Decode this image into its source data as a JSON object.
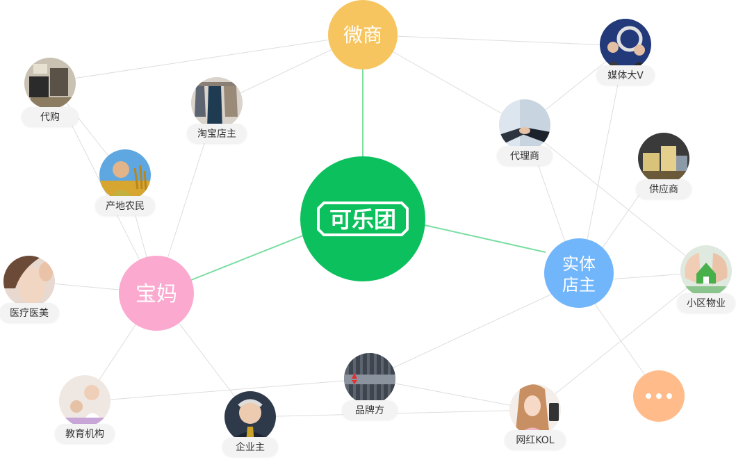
{
  "center": {
    "label": "可乐团",
    "color": "#0cc05e"
  },
  "hubs": [
    {
      "key": "weishang",
      "label": "微商",
      "color": "#f6c55f"
    },
    {
      "key": "baoma",
      "label": "宝妈",
      "color": "#fba9cf"
    },
    {
      "key": "shiti",
      "label_lines": [
        "实体",
        "店主"
      ],
      "color": "#71b5fb"
    }
  ],
  "nodes": [
    {
      "key": "daigou",
      "label": "代购",
      "icon": "product-boxes-photo"
    },
    {
      "key": "taobao",
      "label": "淘宝店主",
      "icon": "clothing-rack-photo"
    },
    {
      "key": "nongmin",
      "label": "产地农民",
      "icon": "farmer-wheat-photo"
    },
    {
      "key": "yiliao",
      "label": "医疗医美",
      "icon": "facial-treatment-photo"
    },
    {
      "key": "jiaoyu",
      "label": "教育机构",
      "icon": "teacher-child-photo"
    },
    {
      "key": "qiye",
      "label": "企业主",
      "icon": "businessman-photo"
    },
    {
      "key": "pinpai",
      "label": "品牌方",
      "icon": "brand-building-photo"
    },
    {
      "key": "wanghong",
      "label": "网红KOL",
      "icon": "influencer-photo"
    },
    {
      "key": "meiti",
      "label": "媒体大V",
      "icon": "media-studio-photo"
    },
    {
      "key": "daili",
      "label": "代理商",
      "icon": "handshake-photo"
    },
    {
      "key": "gongying",
      "label": "供应商",
      "icon": "warehouse-photo"
    },
    {
      "key": "wuye",
      "label": "小区物业",
      "icon": "house-in-hands-photo"
    }
  ],
  "more": {
    "icon": "ellipsis-icon",
    "color": "#ffbc8a"
  },
  "colors": {
    "thin_line": "#dddddd",
    "hub_line": "#79dea0",
    "pill_bg": "#f3f3f3",
    "text": "#333333"
  }
}
